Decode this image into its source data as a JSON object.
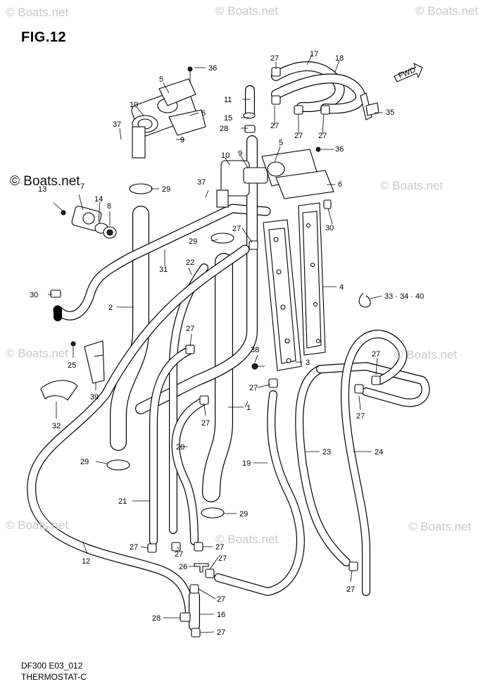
{
  "figure": {
    "title": "FIG.12",
    "model_code": "DF300 E03_012",
    "section": "THERMOSTAT-C"
  },
  "watermarks": {
    "site": "© Boats.net",
    "main": "© Boats.net"
  },
  "callouts": {
    "c1": "1",
    "c2": "2",
    "c3": "3",
    "c4": "4",
    "c5a": "5",
    "c5b": "5",
    "c6a": "6",
    "c6b": "6",
    "c7": "7",
    "c8": "8",
    "c9a": "9",
    "c9b": "9",
    "c10a": "10",
    "c10b": "10",
    "c11": "11",
    "c12": "12",
    "c13": "13",
    "c14": "14",
    "c15": "15",
    "c16": "16",
    "c17": "17",
    "c18": "18",
    "c19": "19",
    "c20": "20",
    "c21": "21",
    "c22": "22",
    "c23": "23",
    "c24": "24",
    "c25": "25",
    "c26": "26",
    "c27a": "27",
    "c27b": "27",
    "c27c": "27",
    "c27d": "27",
    "c27e": "27",
    "c27f": "27",
    "c27g": "27",
    "c27h": "27",
    "c27i": "27",
    "c27j": "27",
    "c27k": "27",
    "c27l": "27",
    "c27m": "27",
    "c27n": "27",
    "c27o": "27",
    "c27p": "27",
    "c28a": "28",
    "c28b": "28",
    "c29a": "29",
    "c29b": "29",
    "c29c": "29",
    "c29d": "29",
    "c30a": "30",
    "c30b": "30",
    "c31": "31",
    "c32": "32",
    "c33": "33 · 34 · 40",
    "c35": "35",
    "c36a": "36",
    "c36b": "36",
    "c37a": "37",
    "c37b": "37",
    "c38": "38",
    "c39": "39",
    "fwd": "FWD"
  }
}
